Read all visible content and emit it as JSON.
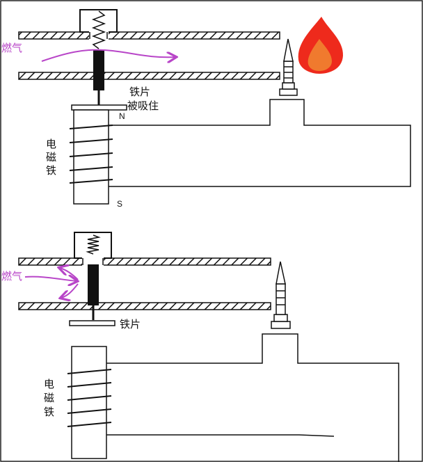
{
  "colors": {
    "gas": "#b845c8",
    "line": "#111111",
    "rod": "#111111",
    "flame_outer": "#ee2a1c",
    "flame_inner": "#f07a2e"
  },
  "top": {
    "gas_label": "燃气",
    "iron_label_1": "铁片",
    "iron_label_2": "被吸住",
    "magnet_label": [
      "电",
      "磁",
      "铁"
    ],
    "pole_n": "N",
    "pole_s": "S",
    "flame_icon": "flame-icon"
  },
  "bottom": {
    "gas_label": "燃气",
    "iron_label": "铁片",
    "magnet_label": [
      "电",
      "磁",
      "铁"
    ]
  }
}
